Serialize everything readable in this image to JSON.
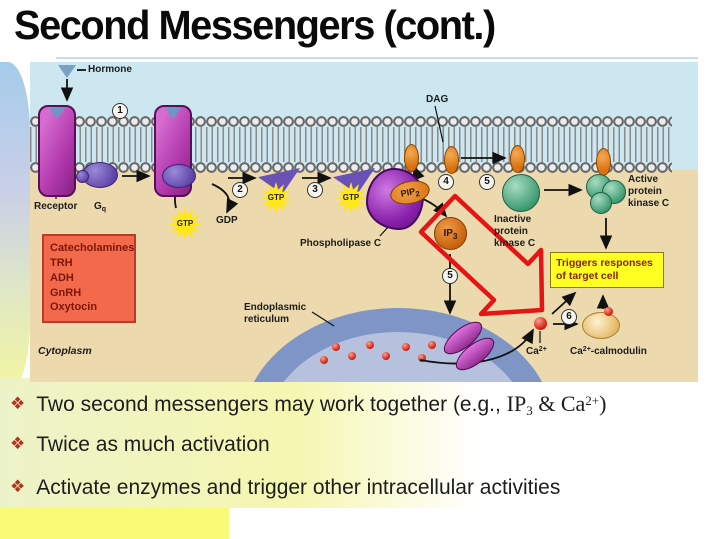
{
  "slide": {
    "title": "Second Messengers (cont.)",
    "bullet_marker": "❖",
    "bullets": {
      "b1_text": "Two second messengers may work together (e.g., ",
      "b1_formula_base": "IP",
      "b1_formula_sub": "3",
      "b1_formula_mid": " & Ca",
      "b1_formula_sup": "2+",
      "b1_formula_post": ")",
      "b2": "Twice as much activation",
      "b3": "Activate enzymes and trigger other intracellular activities"
    }
  },
  "diagram": {
    "steps": [
      "1",
      "2",
      "3",
      "4",
      "5",
      "5",
      "6"
    ],
    "labels": {
      "hormone": "Hormone",
      "receptor": "Receptor",
      "g_base": "G",
      "g_sub": "q",
      "gtp": "GTP",
      "gdp": "GDP",
      "phospholipase_c": "Phospholipase C",
      "dag": "DAG",
      "pip_base": "PIP",
      "pip_sub": "2",
      "ip_base": "IP",
      "ip_sub": "3",
      "inactive_pkc": "Inactive protein kinase C",
      "active_pkc": "Active protein kinase C",
      "endoplasmic_reticulum": "Endoplasmic reticulum",
      "cytoplasm": "Cytoplasm",
      "ca_base": "Ca",
      "ca_sup": "2+",
      "calmodulin_suffix": "-calmodulin",
      "trigger_box": "Triggers responses of target cell"
    },
    "hormone_box_items": [
      "Catecholamines",
      "TRH",
      "ADH",
      "GnRH",
      "Oxytocin"
    ],
    "colors": {
      "extracellular": "#cde7f0",
      "cytoplasm": "#ecd9ae",
      "receptor": "#b23aae",
      "g_protein": "#5d43a8",
      "gtp_star": "#ffe71c",
      "phospholipase": "#8a22ad",
      "pip2_dag_ip3": "#d9720e",
      "protein_kinase_c": "#3f9c74",
      "er_outer": "#7e95c6",
      "er_inner": "#b6c1de",
      "calcium": "#d42310",
      "calmodulin": "#e3b55e",
      "trigger_box_bg": "#ffff21",
      "hormone_box_bg": "#f26a4b",
      "red_arrow": "#e51515",
      "bullet_marker": "#b03420",
      "highlight_yellow": "#f9fb76"
    }
  }
}
